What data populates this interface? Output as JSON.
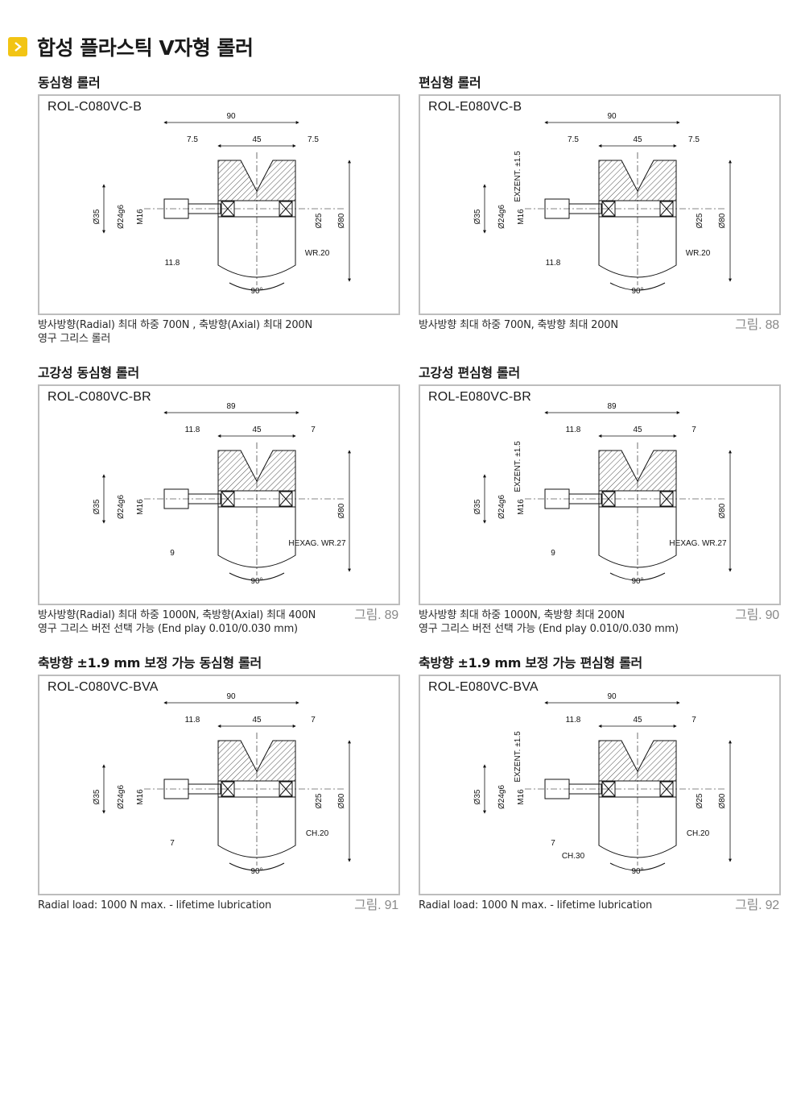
{
  "page": {
    "title": "합성 플라스틱 V자형 롤러"
  },
  "sections": [
    {
      "title": "동심형 롤러",
      "model": "ROL-C080VC-B",
      "note1": "방사방향(Radial) 최대 하중 700N , 축방향(Axial) 최대 200N",
      "note2": "영구 그리스 롤러",
      "figure": "",
      "dims": {
        "total": "90",
        "left": "7.5",
        "mid": "45",
        "right": "7.5",
        "dia1": "Ø35",
        "dia2": "Ø24g6",
        "thread": "M16",
        "bore": "Ø25",
        "outer": "Ø80",
        "angle": "90°",
        "offset": "11.8",
        "wrench": "WR.20",
        "ecc": "",
        "extra": ""
      }
    },
    {
      "title": "편심형 롤러",
      "model": "ROL-E080VC-B",
      "note1": "방사방향 최대 하중 700N, 축방향 최대 200N",
      "note2": "",
      "figure": "그림. 88",
      "dims": {
        "total": "90",
        "left": "7.5",
        "mid": "45",
        "right": "7.5",
        "dia1": "Ø35",
        "dia2": "Ø24g6",
        "thread": "M16",
        "bore": "Ø25",
        "outer": "Ø80",
        "angle": "90°",
        "offset": "11.8",
        "wrench": "WR.20",
        "ecc": "EXZENT. ±1.5",
        "extra": ""
      }
    },
    {
      "title": "고강성 동심형 롤러",
      "model": "ROL-C080VC-BR",
      "note1": "방사방향(Radial) 최대 하중 1000N, 축방향(Axial) 최대 400N",
      "note2": "영구 그리스 버전 선택 가능 (End play 0.010/0.030 mm)",
      "figure": "그림. 89",
      "dims": {
        "total": "89",
        "left": "11.8",
        "mid": "45",
        "right": "7",
        "dia1": "Ø35",
        "dia2": "Ø24g6",
        "thread": "M16",
        "bore": "",
        "outer": "Ø80",
        "angle": "90°",
        "offset": "9",
        "wrench": "HEXAG. WR.27",
        "ecc": "",
        "extra": ""
      }
    },
    {
      "title": "고강성 편심형 롤러",
      "model": "ROL-E080VC-BR",
      "note1": "방사방향 최대 하중 1000N, 축방향 최대 200N",
      "note2": "영구 그리스 버전 선택 가능 (End play 0.010/0.030 mm)",
      "figure": "그림. 90",
      "dims": {
        "total": "89",
        "left": "11.8",
        "mid": "45",
        "right": "7",
        "dia1": "Ø35",
        "dia2": "Ø24g6",
        "thread": "M16",
        "bore": "",
        "outer": "Ø80",
        "angle": "90°",
        "offset": "9",
        "wrench": "HEXAG. WR.27",
        "ecc": "EXZENT. ±1.5",
        "extra": ""
      }
    },
    {
      "title": "축방향 ±1.9 mm 보정 가능 동심형 롤러",
      "model": "ROL-C080VC-BVA",
      "note1": "Radial load: 1000 N max. - lifetime lubrication",
      "note2": "",
      "figure": "그림. 91",
      "dims": {
        "total": "90",
        "left": "11.8",
        "mid": "45",
        "right": "7",
        "dia1": "Ø35",
        "dia2": "Ø24g6",
        "thread": "M16",
        "bore": "Ø25",
        "outer": "Ø80",
        "angle": "90°",
        "offset": "7",
        "wrench": "CH.20",
        "ecc": "",
        "extra": ""
      }
    },
    {
      "title": "축방향 ±1.9 mm 보정 가능 편심형 롤러",
      "model": "ROL-E080VC-BVA",
      "note1": "Radial load: 1000 N max. - lifetime lubrication",
      "note2": "",
      "figure": "그림. 92",
      "dims": {
        "total": "90",
        "left": "11.8",
        "mid": "45",
        "right": "7",
        "dia1": "Ø35",
        "dia2": "Ø24g6",
        "thread": "M16",
        "bore": "Ø25",
        "outer": "Ø80",
        "angle": "90°",
        "offset": "7",
        "wrench": "CH.20",
        "ecc": "EXZENT. ±1.5",
        "extra": "CH.30"
      }
    }
  ]
}
